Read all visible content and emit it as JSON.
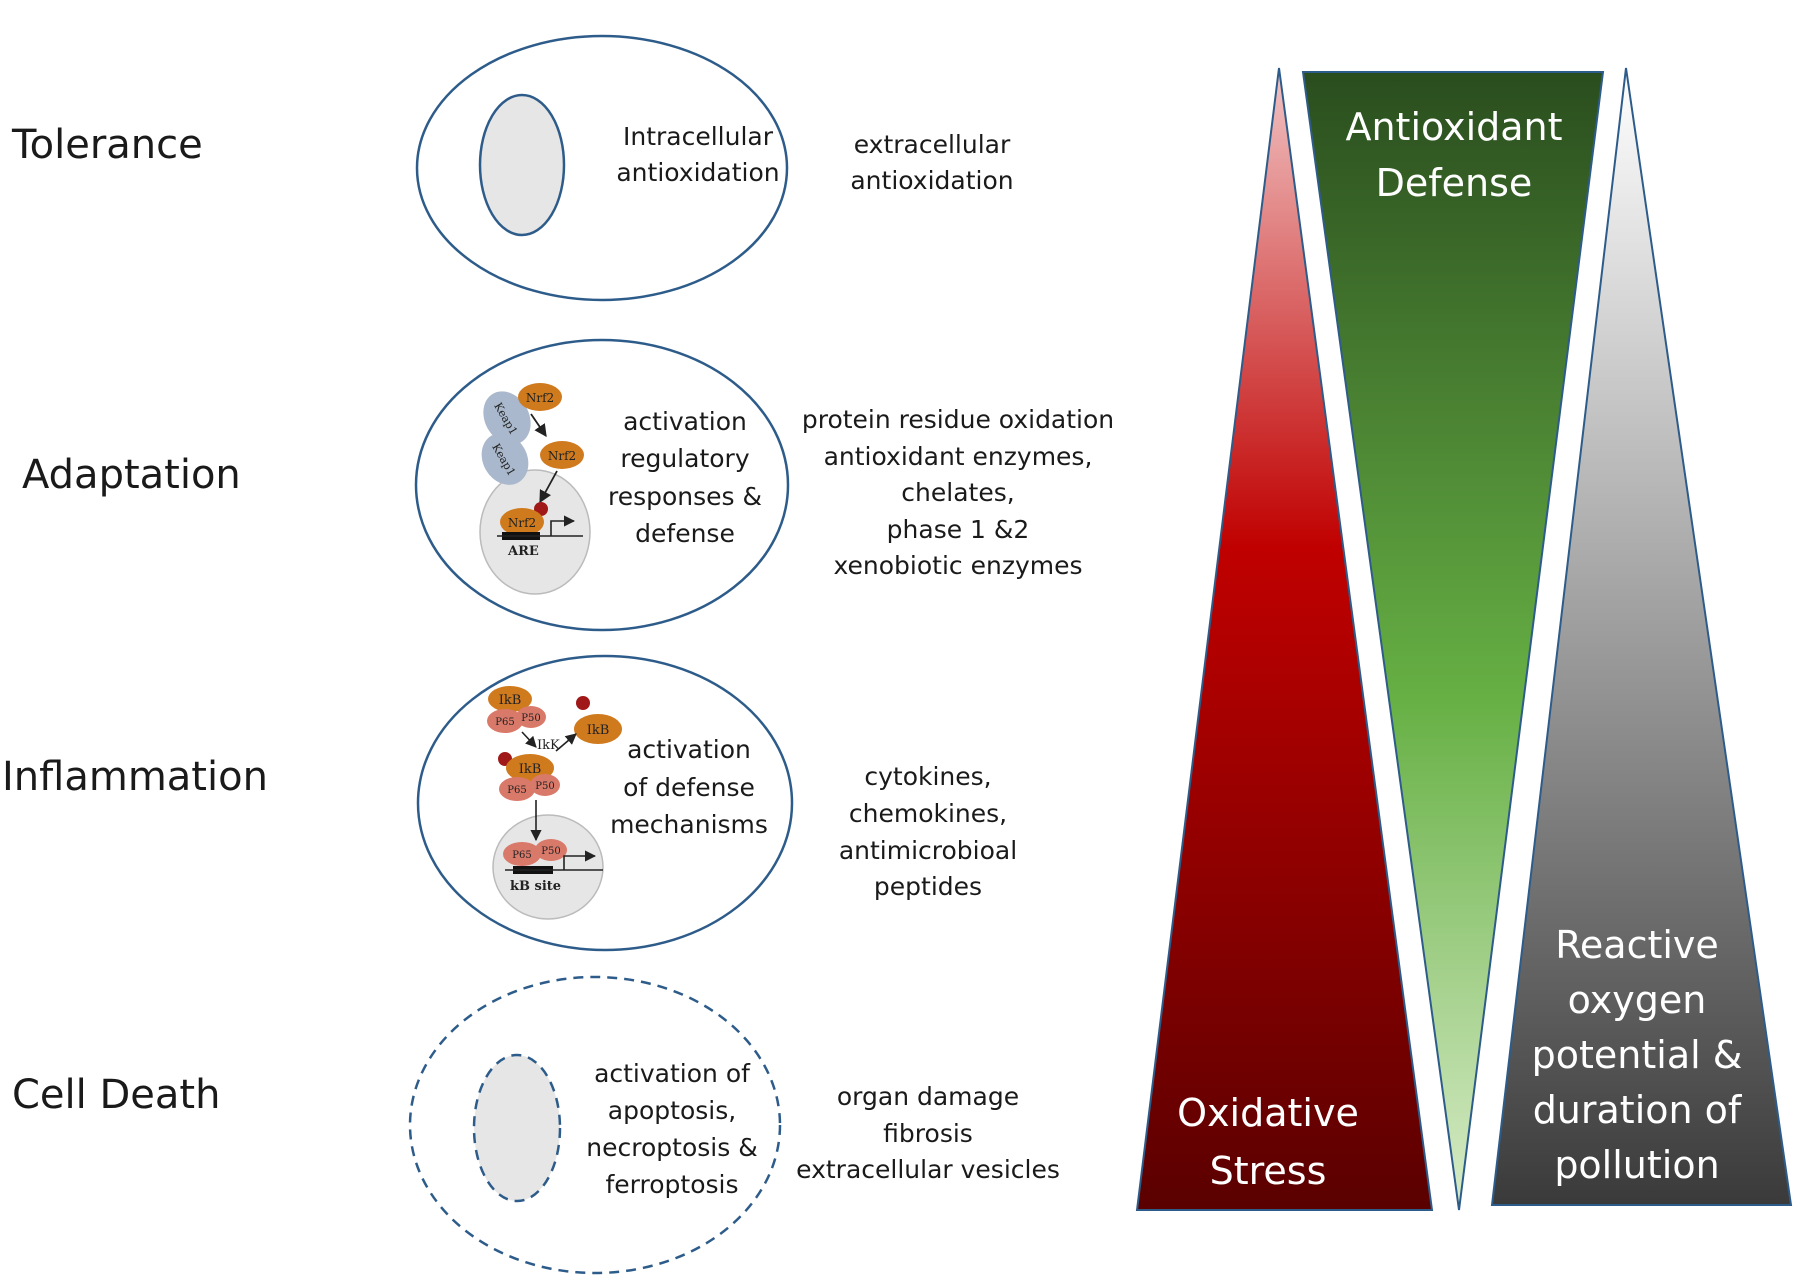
{
  "stages": [
    {
      "name": "Tolerance",
      "cell_text": [
        "Intracellular",
        "antioxidation"
      ],
      "effects": [
        "extracellular",
        "antioxidation"
      ]
    },
    {
      "name": "Adaptation",
      "cell_text": [
        "activation",
        "regulatory",
        "responses &",
        "defense"
      ],
      "effects": [
        "protein residue oxidation",
        "antioxidant enzymes,",
        "chelates,",
        "phase 1 &2",
        "xenobiotic enzymes"
      ],
      "inset": {
        "kelch_a": "Keap1",
        "nrf_a": "Nrf2",
        "kelch_b": "Keap1",
        "nrf_b": "Nrf2",
        "nrf_c": "Nrf2",
        "element": "ARE"
      }
    },
    {
      "name": "Inflammation",
      "cell_text": [
        "activation",
        "of defense",
        "mechanisms"
      ],
      "effects": [
        "cytokines,",
        "chemokines,",
        "antimicrobioal",
        "peptides"
      ],
      "inset": {
        "ikb_a": "IkB",
        "p65_a": "P65",
        "p50_a": "P50",
        "ikk": "IkK",
        "ikb_b": "IkB",
        "ikb_c": "IkB",
        "p65_b": "P65",
        "p50_b": "P50",
        "p65_c": "P65",
        "p50_c": "P50",
        "site": "kB site"
      }
    },
    {
      "name": "Cell Death",
      "cell_text": [
        "activation of",
        "apoptosis,",
        "necroptosis &",
        "ferroptosis"
      ],
      "effects": [
        "organ damage",
        "fibrosis",
        "extracellular vesicles"
      ]
    }
  ],
  "wedges": {
    "oxidative": {
      "label": [
        "Oxidative",
        "Stress"
      ],
      "color_top": "#f2c4c4",
      "color_mid": "#c00000",
      "color_bottom": "#5a0000"
    },
    "antioxidant": {
      "label": [
        "Antioxidant",
        "Defense"
      ],
      "color_top": "#2a4d1e",
      "color_mid": "#66b044",
      "color_bottom": "#d8ecc8"
    },
    "ros": {
      "label": [
        "Reactive",
        "oxygen",
        "potential &",
        "duration of",
        "pollution"
      ],
      "color_top": "#ffffff",
      "color_bottom": "#3a3a3a"
    }
  },
  "colors": {
    "cell_outline": "#2e5c8a",
    "nucleus_fill": "#e6e6e6",
    "protein_orange": "#d07a1e",
    "protein_salmon": "#d9796a",
    "kelch_blue": "#a9b8cc",
    "phospho_dot": "#a01818"
  }
}
